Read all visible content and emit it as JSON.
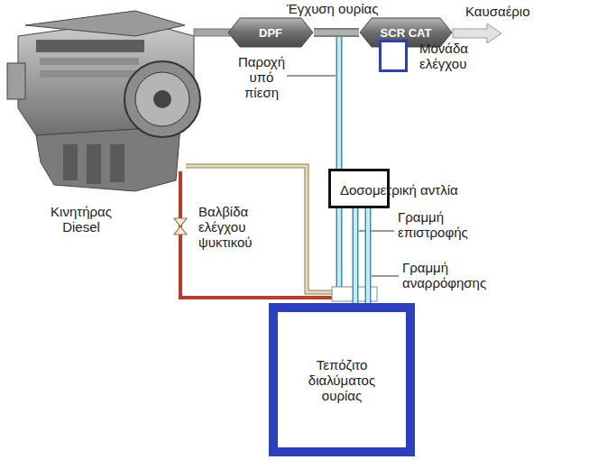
{
  "diagram": {
    "nodes": [
      {
        "text": [
          "DPF"
        ]
      },
      {
        "text": [
          "SCR CAT"
        ]
      },
      {
        "text": [
          "Μονάδα ελέγχου"
        ]
      },
      {
        "text": [
          "Δοσομετρική αντλία"
        ]
      },
      {
        "text": [
          "Τεπόζιτο διαλύματος ουρίας"
        ]
      }
    ],
    "edges": [
      {
        "from": 0,
        "to": 1,
        "arrow": "none"
      },
      {
        "from": 3,
        "to": 4,
        "arrow": "none"
      },
      {
        "from": 4,
        "to": 3,
        "arrow": "none"
      }
    ],
    "labels": [
      "Έγχυση ουρίας",
      "Καυσαέριο",
      "Παροχή υπό πίεση",
      "Κινητήρας Diesel",
      "Βαλβίδα ελέγχου ψυκτικού",
      "Γραμμή επιστροφής",
      "Γραμμή αναρρόφησης"
    ]
  }
}
